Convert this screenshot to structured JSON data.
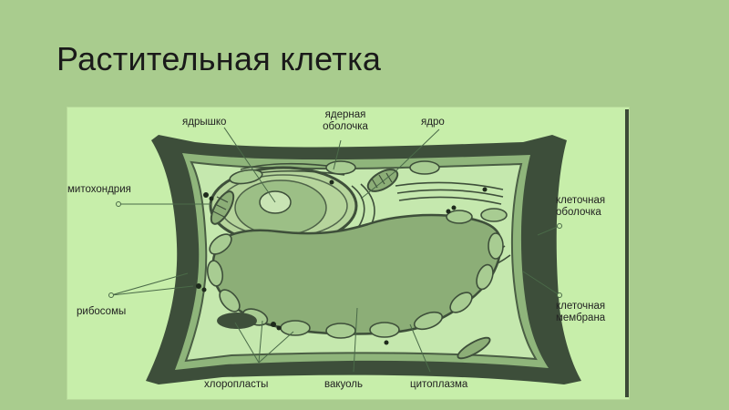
{
  "title": "Растительная клетка",
  "labels": {
    "nucleolus": "ядрышко",
    "nuclear_envelope_1": "ядерная",
    "nuclear_envelope_2": "оболочка",
    "nucleus": "ядро",
    "mitochondrion": "митохондрия",
    "cell_wall_1": "клеточная",
    "cell_wall_2": "оболочка",
    "ribosomes": "рибосомы",
    "cell_membrane_1": "клеточная",
    "cell_membrane_2": "мембрана",
    "chloroplasts": "хлоропласты",
    "vacuole": "вакуоль",
    "cytoplasm": "цитоплазма"
  }
}
